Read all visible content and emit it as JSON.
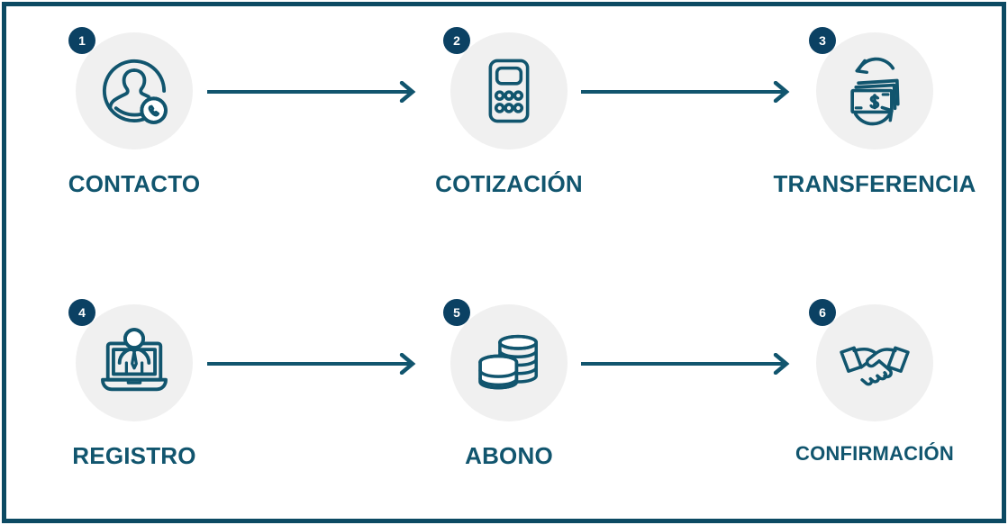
{
  "diagram": {
    "title_present": false,
    "colors": {
      "border": "#0c4a63",
      "accent": "#11556e",
      "badge": "#0b4163",
      "disc": "#f0f0f0",
      "background": "#ffffff",
      "arrow": "#11556e"
    },
    "steps": [
      {
        "number": "1",
        "label": "CONTACTO",
        "icon": "contact-person-phone-icon",
        "row": 1,
        "column": 1
      },
      {
        "number": "2",
        "label": "COTIZACIÓN",
        "icon": "calculator-icon",
        "row": 1,
        "column": 2
      },
      {
        "number": "3",
        "label": "TRANSFERENCIA",
        "icon": "money-transfer-icon",
        "row": 1,
        "column": 3
      },
      {
        "number": "4",
        "label": "REGISTRO",
        "icon": "laptop-person-icon",
        "row": 2,
        "column": 1
      },
      {
        "number": "5",
        "label": "ABONO",
        "icon": "coins-stack-icon",
        "row": 2,
        "column": 2
      },
      {
        "number": "6",
        "label": "CONFIRMACIÓN",
        "icon": "handshake-icon",
        "row": 2,
        "column": 3
      }
    ],
    "connectors": [
      {
        "name": "arrow-1-to-2",
        "from": "1",
        "to": "2",
        "direction": "right"
      },
      {
        "name": "arrow-2-to-3",
        "from": "2",
        "to": "3",
        "direction": "right"
      },
      {
        "name": "arrow-4-to-5",
        "from": "4",
        "to": "5",
        "direction": "right"
      },
      {
        "name": "arrow-5-to-6",
        "from": "5",
        "to": "6",
        "direction": "right"
      }
    ]
  }
}
